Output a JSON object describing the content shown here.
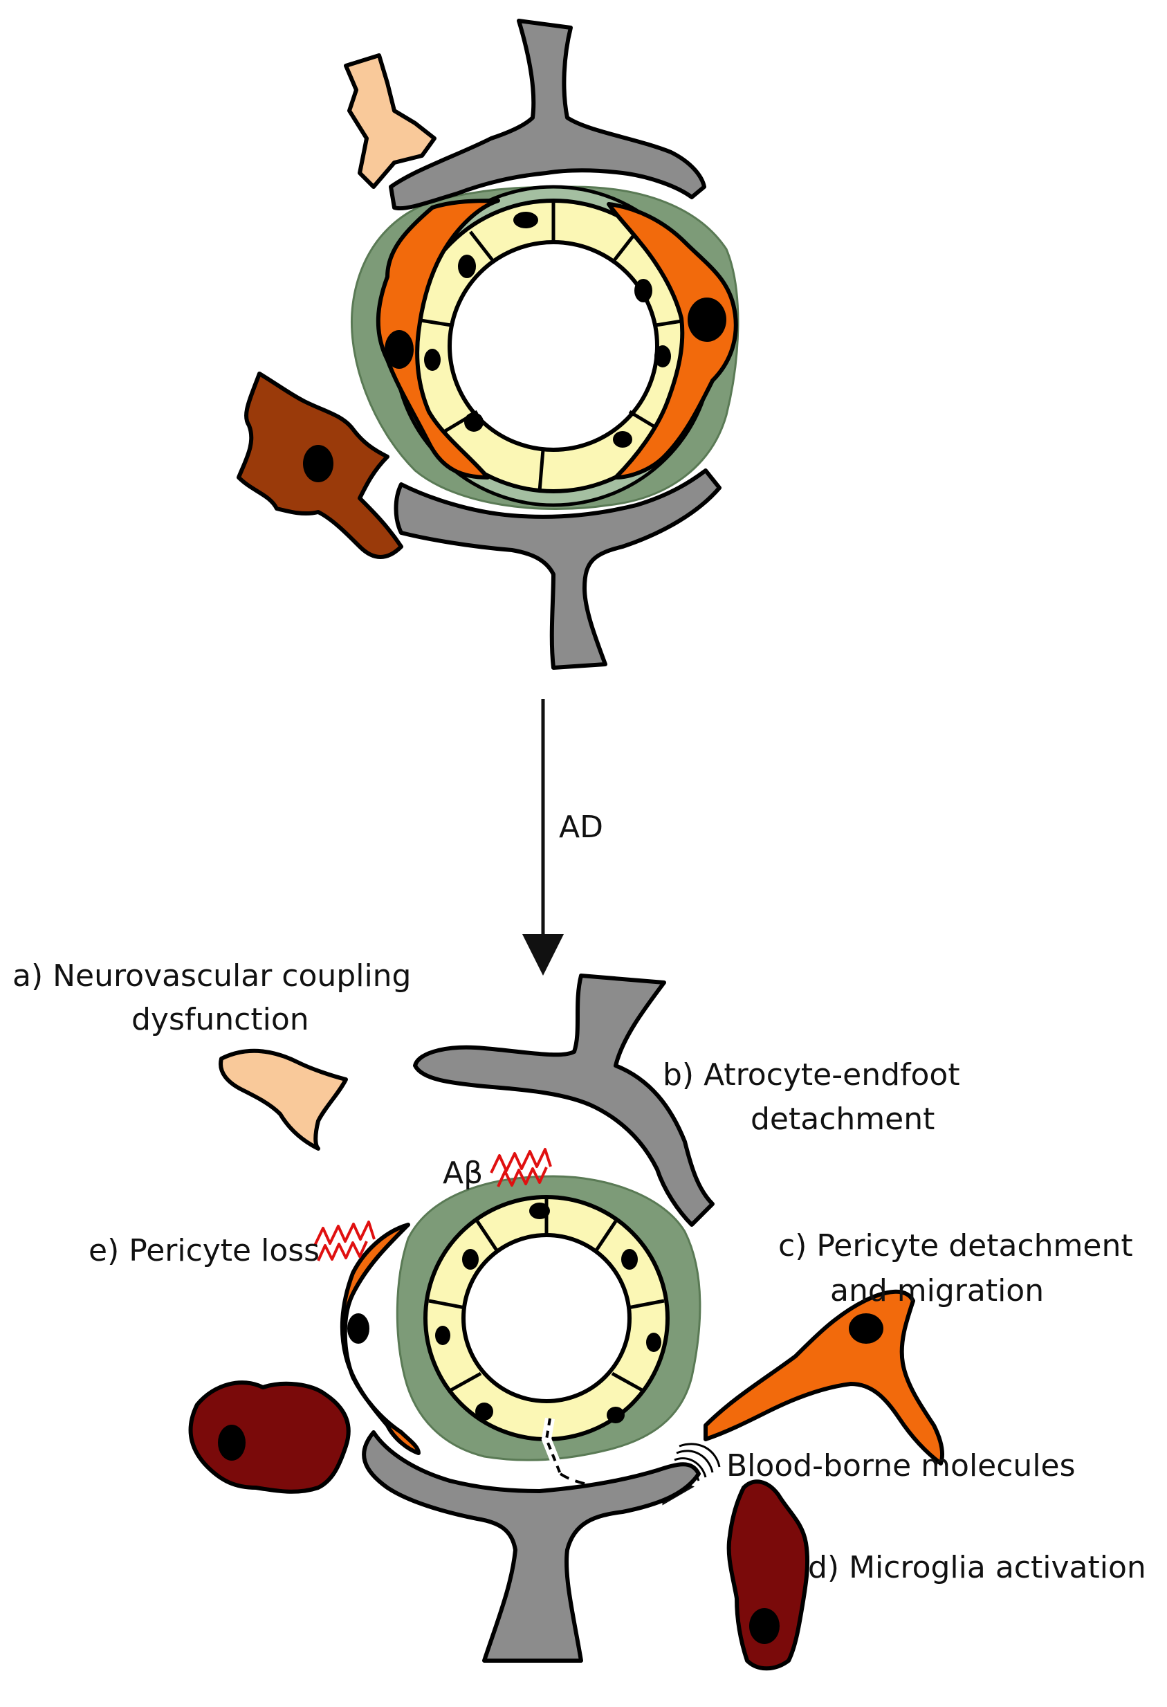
{
  "arrow_label": "AD",
  "labels": {
    "neurovascular_line1": "a) Neurovascular coupling",
    "neurovascular_line2": "dysfunction",
    "astrocyte_line1": "b) Atrocyte-endfoot",
    "astrocyte_line2": "detachment",
    "pericyte_detach_line1": "c) Pericyte detachment",
    "pericyte_detach_line2": "and migration",
    "microglia": "d) Microglia activation",
    "pericyte_loss": "e) Pericyte loss",
    "abeta": "Aβ",
    "blood_borne": "Blood-borne molecules"
  },
  "colors": {
    "astrocyte": "#8c8c8c",
    "neuron": "#f9c99a",
    "pericyte": "#f26a0c",
    "microglia_healthy": "#9a3a0a",
    "microglia_active": "#7a0a0a",
    "basement_membrane": "#7d9b78",
    "endothelium": "#fbf7b5",
    "amyloid": "#e01010"
  }
}
